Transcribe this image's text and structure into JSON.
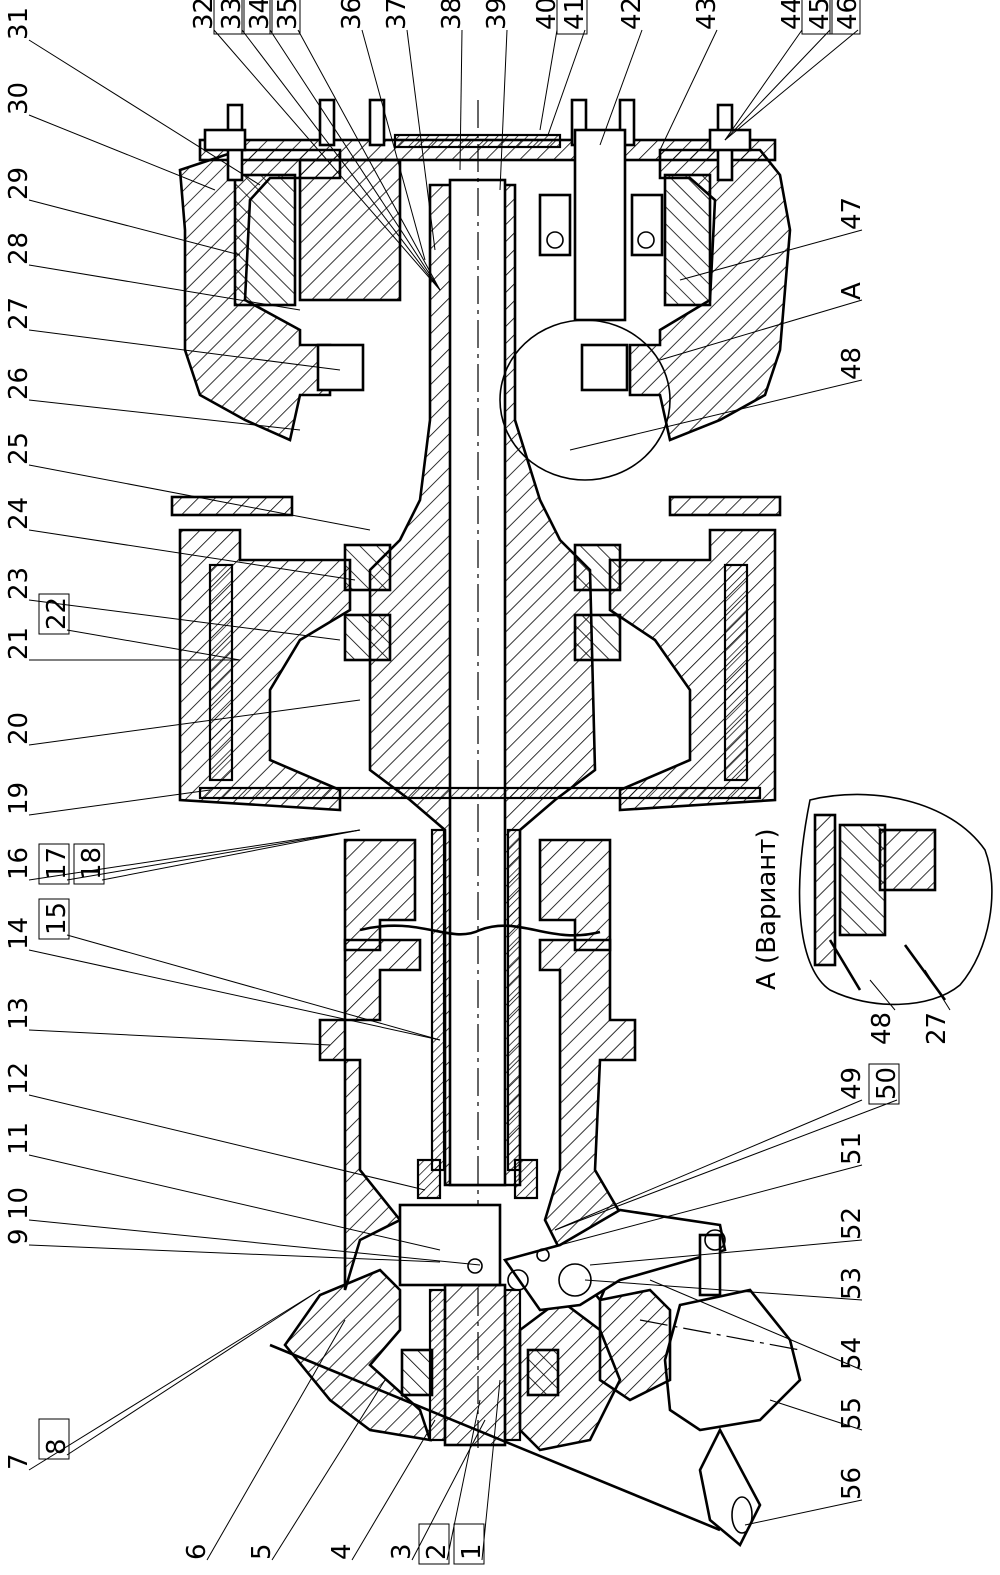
{
  "callouts_left": [
    {
      "id": "c31",
      "text": "31"
    },
    {
      "id": "c30",
      "text": "30"
    },
    {
      "id": "c29",
      "text": "29"
    },
    {
      "id": "c28",
      "text": "28"
    },
    {
      "id": "c27",
      "text": "27"
    },
    {
      "id": "c26",
      "text": "26"
    },
    {
      "id": "c25",
      "text": "25"
    },
    {
      "id": "c24",
      "text": "24"
    },
    {
      "id": "c23",
      "text": "23"
    },
    {
      "id": "c21",
      "text": "21"
    },
    {
      "id": "c22",
      "text": "22"
    },
    {
      "id": "c20",
      "text": "20"
    },
    {
      "id": "c19",
      "text": "19"
    },
    {
      "id": "c16",
      "text": "16"
    },
    {
      "id": "c17",
      "text": "17"
    },
    {
      "id": "c18",
      "text": "18"
    },
    {
      "id": "c14",
      "text": "14"
    },
    {
      "id": "c15",
      "text": "15"
    },
    {
      "id": "c13",
      "text": "13"
    },
    {
      "id": "c12",
      "text": "12"
    },
    {
      "id": "c11",
      "text": "11"
    },
    {
      "id": "c10",
      "text": "10"
    },
    {
      "id": "c9",
      "text": "9"
    },
    {
      "id": "c7",
      "text": "7"
    },
    {
      "id": "c8",
      "text": "8"
    }
  ],
  "callouts_top": [
    {
      "id": "c32",
      "text": "32"
    },
    {
      "id": "c33",
      "text": "33"
    },
    {
      "id": "c34",
      "text": "34"
    },
    {
      "id": "c35",
      "text": "35"
    },
    {
      "id": "c36",
      "text": "36"
    },
    {
      "id": "c37",
      "text": "37"
    },
    {
      "id": "c38",
      "text": "38"
    },
    {
      "id": "c39",
      "text": "39"
    },
    {
      "id": "c40",
      "text": "40"
    },
    {
      "id": "c41",
      "text": "41"
    },
    {
      "id": "c42",
      "text": "42"
    },
    {
      "id": "c43",
      "text": "43"
    },
    {
      "id": "c44",
      "text": "44"
    },
    {
      "id": "c45",
      "text": "45"
    },
    {
      "id": "c46",
      "text": "46"
    }
  ],
  "callouts_right": [
    {
      "id": "c47",
      "text": "47"
    },
    {
      "id": "cA",
      "text": "A"
    },
    {
      "id": "c48",
      "text": "48"
    },
    {
      "id": "c49",
      "text": "49"
    },
    {
      "id": "c50",
      "text": "50"
    },
    {
      "id": "c51",
      "text": "51"
    },
    {
      "id": "c52",
      "text": "52"
    },
    {
      "id": "c53",
      "text": "53"
    },
    {
      "id": "c54",
      "text": "54"
    },
    {
      "id": "c55",
      "text": "55"
    },
    {
      "id": "c56",
      "text": "56"
    }
  ],
  "callouts_bottom": [
    {
      "id": "c6",
      "text": "6"
    },
    {
      "id": "c5",
      "text": "5"
    },
    {
      "id": "c4",
      "text": "4"
    },
    {
      "id": "c3",
      "text": "3"
    },
    {
      "id": "c2",
      "text": "2"
    },
    {
      "id": "c1",
      "text": "1"
    }
  ],
  "detail": {
    "title": "A (Вариант)",
    "label_48": "48",
    "label_27": "27"
  }
}
